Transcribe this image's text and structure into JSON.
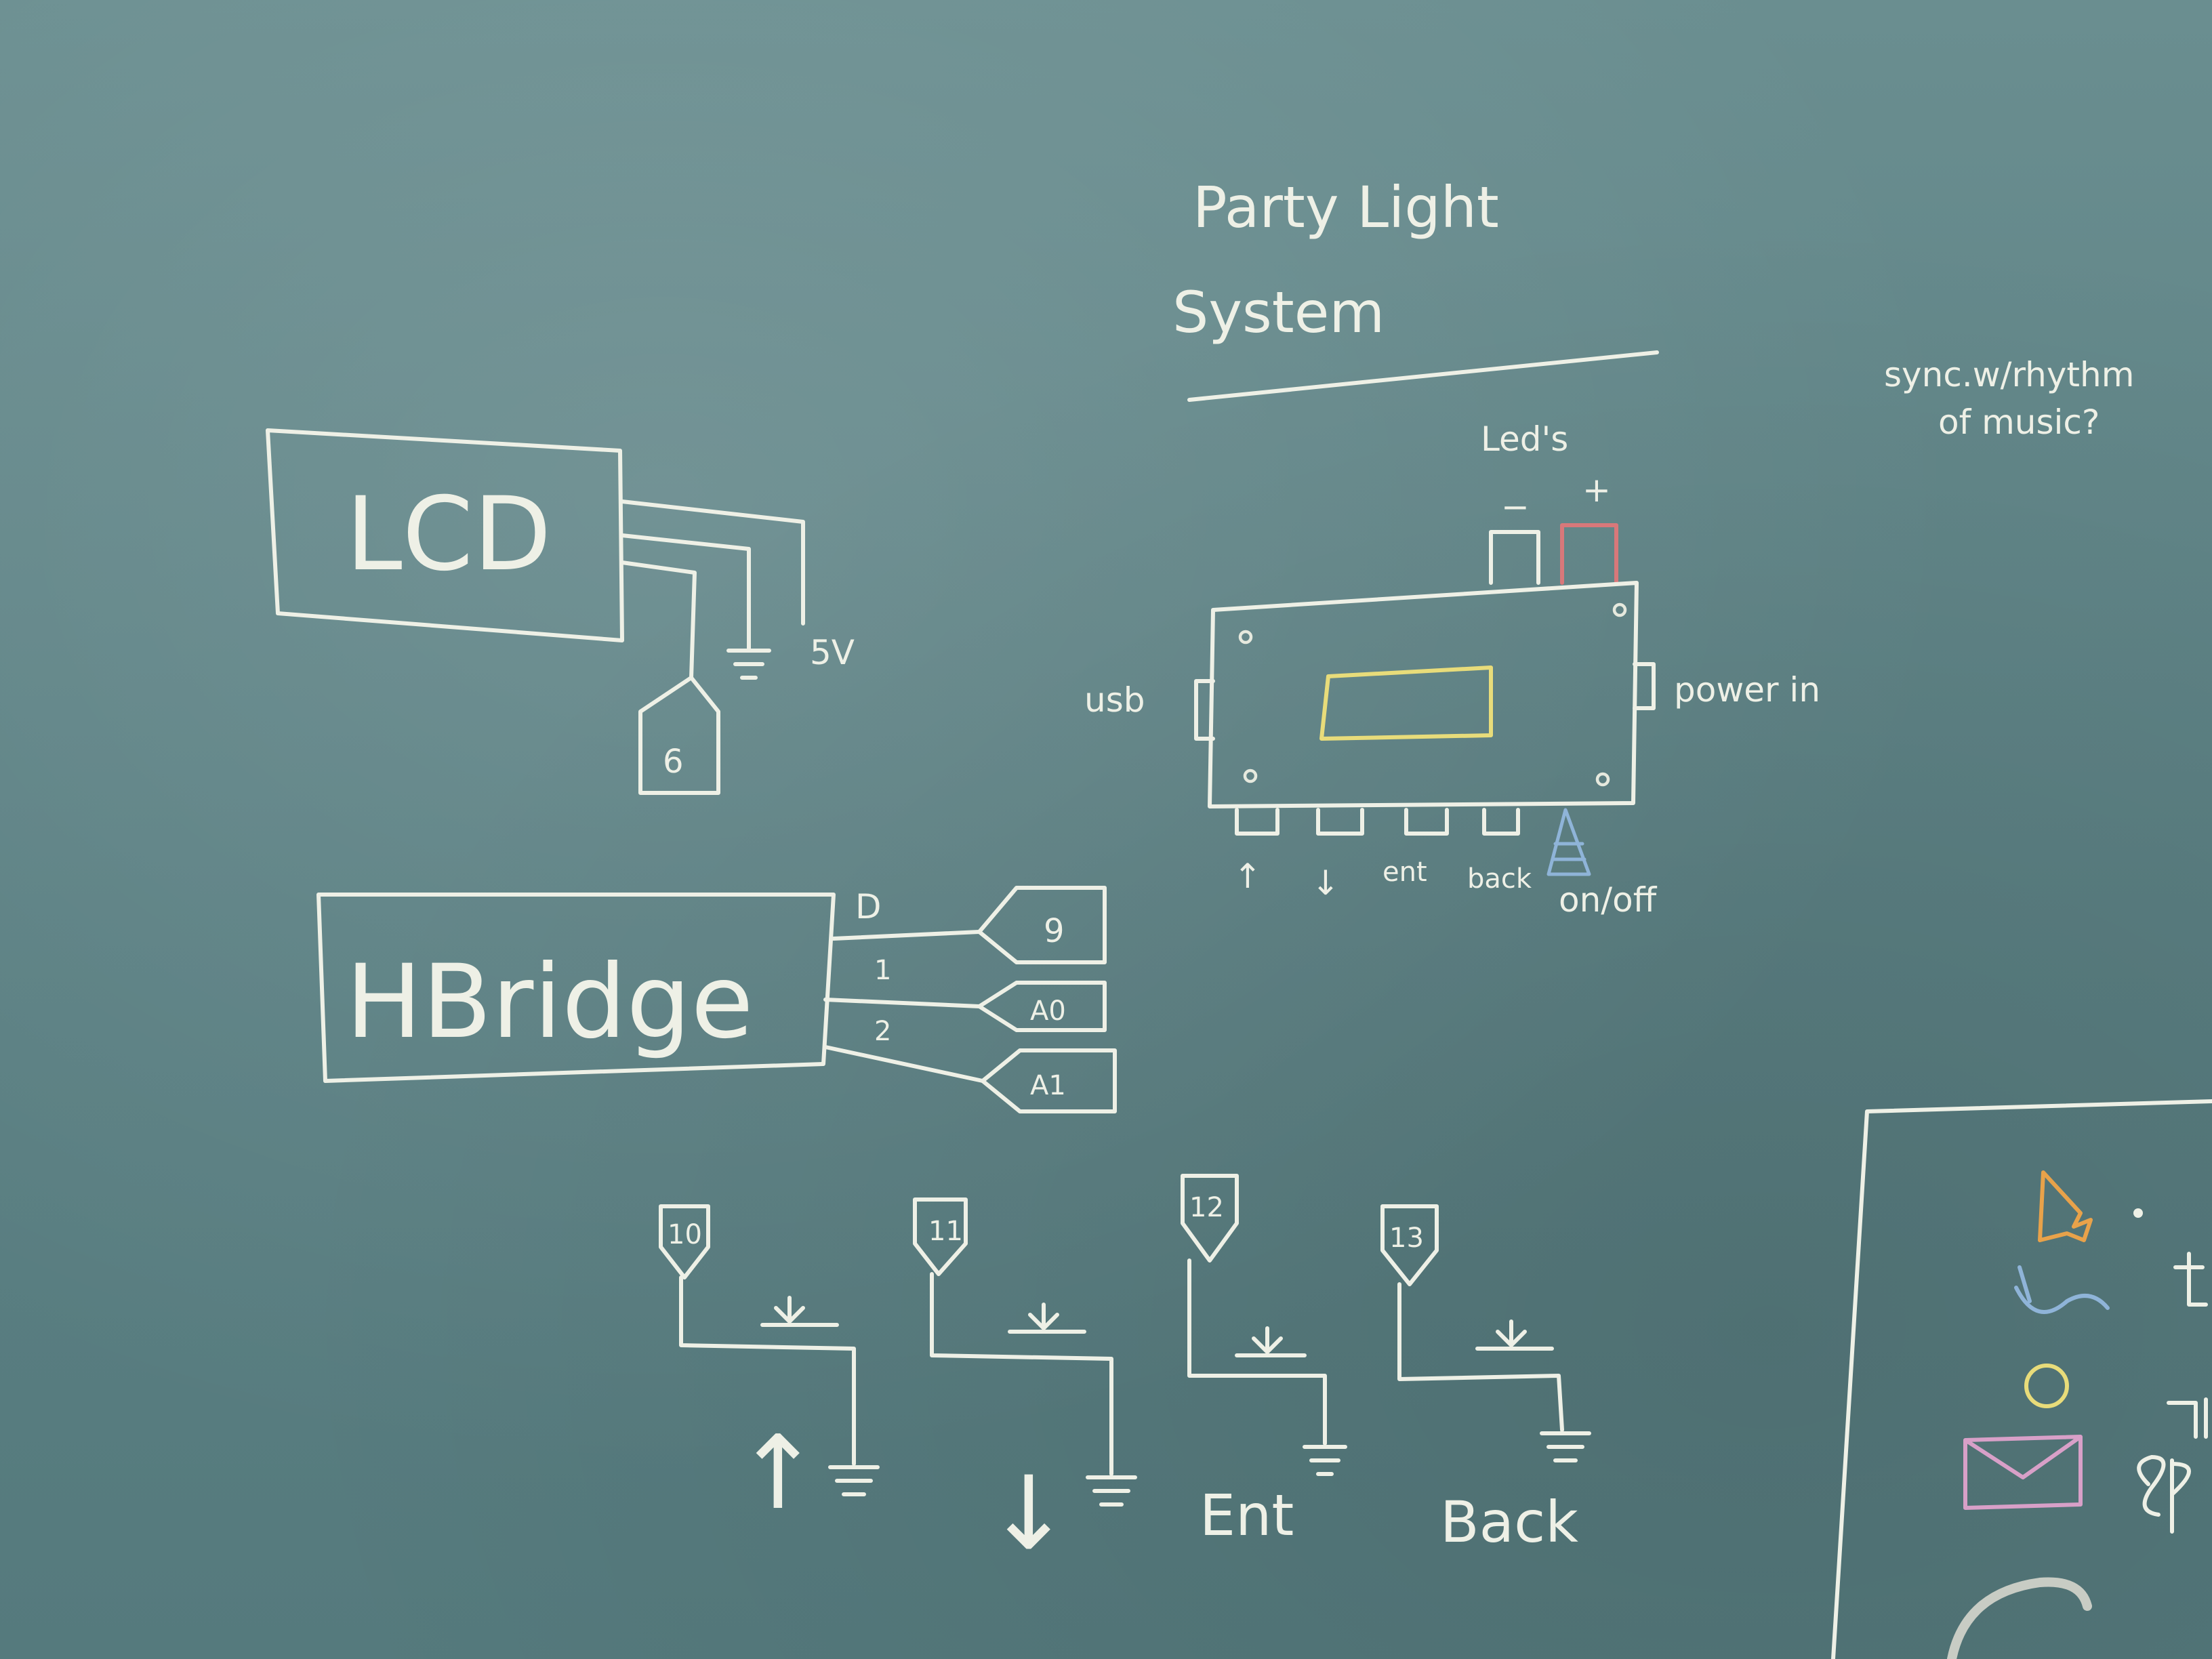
{
  "title": [
    "Party Light",
    "System"
  ],
  "note": [
    "sync.w/rhythm",
    "of music?"
  ],
  "lcd": {
    "label": "LCD",
    "voltage": "5V",
    "pin": "6"
  },
  "hbridge": {
    "label": "HBridge",
    "wire_labels": [
      "D",
      "1",
      "2"
    ],
    "pins": [
      "9",
      "A0",
      "A1"
    ]
  },
  "leds": {
    "label": "Led's",
    "minus": "−",
    "plus": "+"
  },
  "enclosure": {
    "usb": "usb",
    "power": "power in",
    "buttons": [
      "↑",
      "↓",
      "ent",
      "back",
      "on/off"
    ]
  },
  "switches": [
    {
      "pin": "10",
      "label": "↑"
    },
    {
      "pin": "11",
      "label": "↓"
    },
    {
      "pin": "12",
      "label": "Ent"
    },
    {
      "pin": "13",
      "label": "Back"
    }
  ],
  "colors": {
    "chalk": "#eef0e6",
    "board": "#5f8386",
    "yellow": "#e8dc7a",
    "red": "#d8787a",
    "blue": "#8fb4d8",
    "orange": "#e8a24a"
  }
}
